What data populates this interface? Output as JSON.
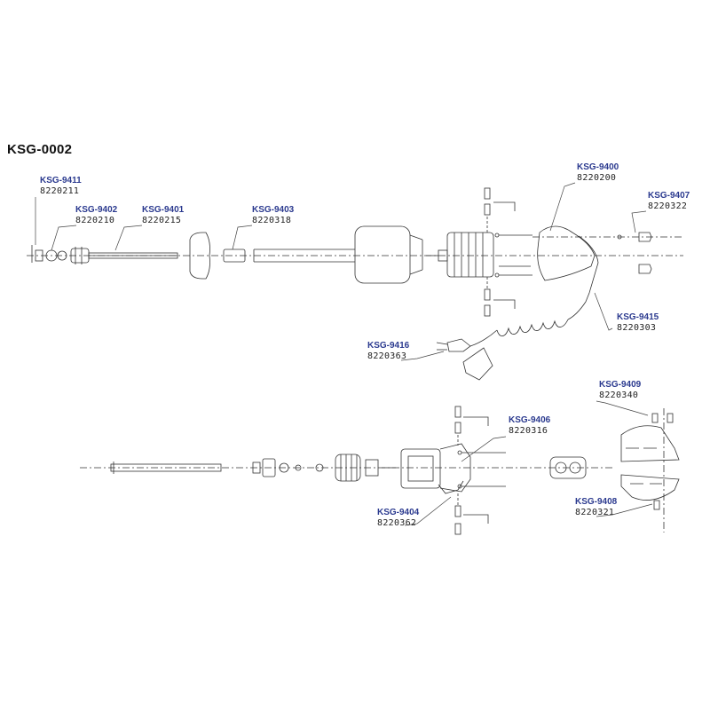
{
  "title": "KSG-0002",
  "callouts": {
    "c9411": {
      "code": "KSG-9411",
      "num": "8220211"
    },
    "c9402": {
      "code": "KSG-9402",
      "num": "8220210"
    },
    "c9401": {
      "code": "KSG-9401",
      "num": "8220215"
    },
    "c9403": {
      "code": "KSG-9403",
      "num": "8220318"
    },
    "c9400": {
      "code": "KSG-9400",
      "num": "8220200"
    },
    "c9407": {
      "code": "KSG-9407",
      "num": "8220322"
    },
    "c9415": {
      "code": "KSG-9415",
      "num": "8220303"
    },
    "c9416": {
      "code": "KSG-9416",
      "num": "8220363"
    },
    "c9409": {
      "code": "KSG-9409",
      "num": "8220340"
    },
    "c9406": {
      "code": "KSG-9406",
      "num": "8220316"
    },
    "c9408": {
      "code": "KSG-9408",
      "num": "8220321"
    },
    "c9404": {
      "code": "KSG-9404",
      "num": "8220362"
    }
  },
  "colors": {
    "code": "#2b3a8f",
    "line": "#333333"
  }
}
